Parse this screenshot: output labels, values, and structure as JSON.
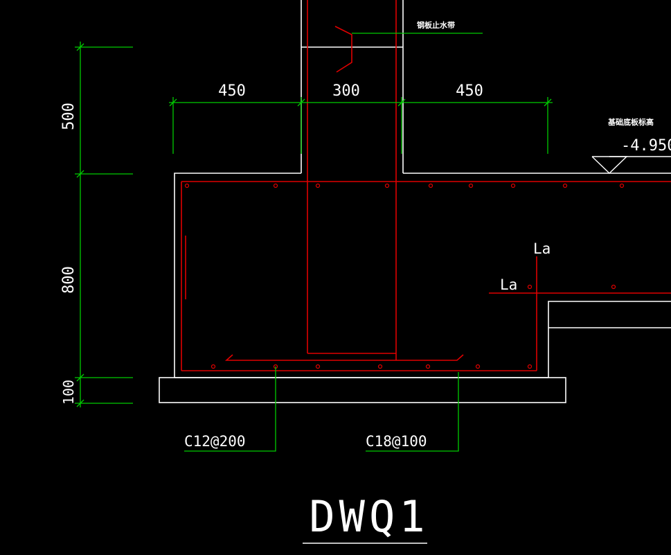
{
  "drawing": {
    "title": "DWQ1",
    "colors": {
      "background": "#000000",
      "outline": "#ffffff",
      "rebar": "#e00000",
      "dimension": "#00cc00",
      "text": "#ffffff"
    },
    "notes": {
      "water_stop": "钢板止水带",
      "foundation_level_label": "基础底板标高",
      "foundation_level_value": "-4.950"
    },
    "horizontal_dims": [
      "450",
      "300",
      "450"
    ],
    "vertical_dims": [
      "500",
      "800",
      "100"
    ],
    "anchorage_labels": [
      "La",
      "La"
    ],
    "rebar_callouts": [
      "C12@200",
      "C18@100"
    ]
  }
}
